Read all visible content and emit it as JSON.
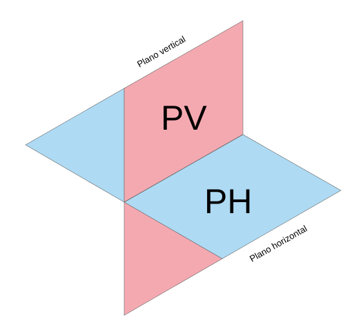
{
  "diagram": {
    "colors": {
      "vertical_plane": "#f4a9b0",
      "horizontal_plane": "#aedaf3",
      "edge": "#666666",
      "background": "#ffffff"
    },
    "labels": {
      "vertical_plane_name": "Plano vertical",
      "horizontal_plane_name": "Plano horizontal",
      "vertical_plane_abbr": "PV",
      "horizontal_plane_abbr": "PH"
    }
  }
}
